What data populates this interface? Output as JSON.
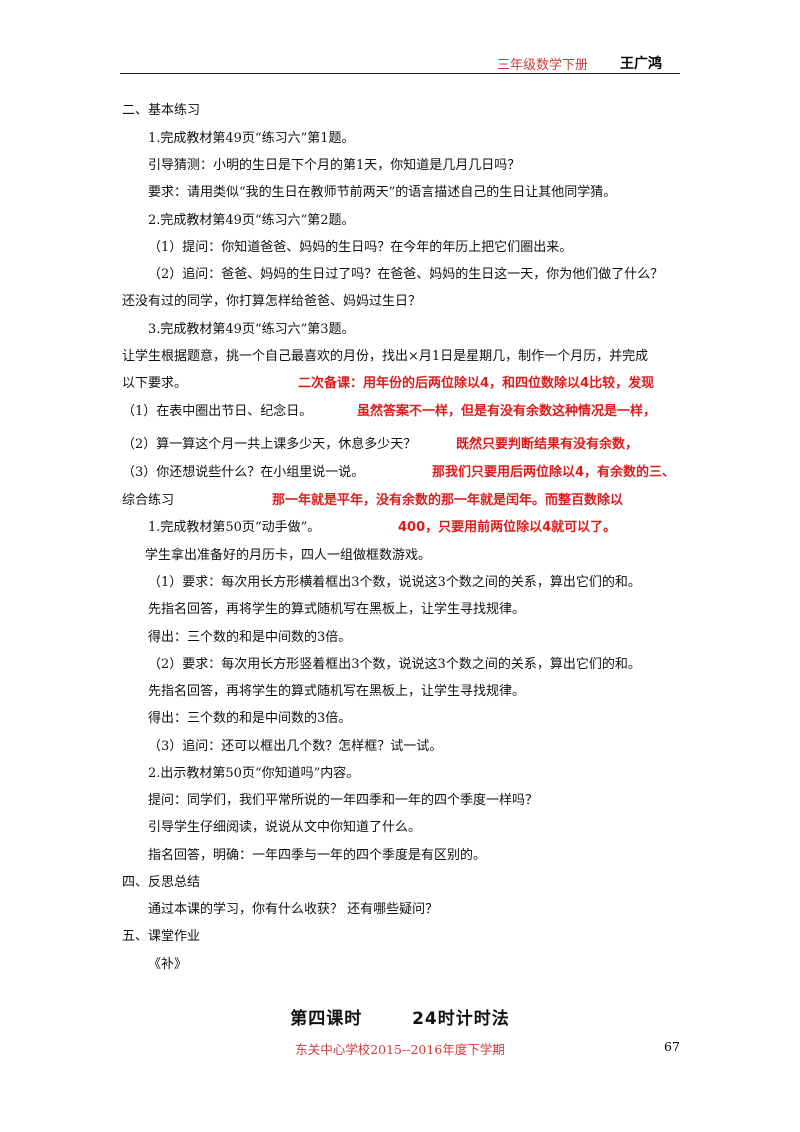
{
  "header": {
    "subject": "三年级数学下册",
    "author": "王广鸿"
  },
  "lines": [
    "二、基本练习",
    "1.完成教材第49页“练习六”第1题。",
    "引导猜测：小明的生日是下个月的第1天，你知道是几月几日吗？",
    "要求：请用类似“我的生日在教师节前两天”的语言描述自己的生日让其他同学猜。",
    "2.完成教材第49页“练习六”第2题。",
    "（1）提问：你知道爸爸、妈妈的生日吗？在今年的年历上把它们圈出来。",
    "（2）追问：爸爸、妈妈的生日过了吗？在爸爸、妈妈的生日这一天，你为他们做了什么？",
    "还没有过的同学，你打算怎样给爸爸、妈妈过生日？",
    "3.完成教材第49页“练习六”第3题。",
    "让学生根据题意，挑一个自己最喜欢的月份，找出×月1日是星期几，制作一个月历，并完成",
    "以下要求。",
    "（1）在表中圈出节日、纪念日。",
    "（2）算一算这个月一共上课多少天，休息多少天？",
    "（3）你还想说些什么？在小组里说一说。",
    "综合练习",
    "1.完成教材第50页“动手做”。",
    "学生拿出准备好的月历卡，四人一组做框数游戏。",
    "（1）要求：每次用长方形横着框出3个数，说说这3个数之间的关系，算出它们的和。",
    "先指名回答，再将学生的算式随机写在黑板上，让学生寻找规律。",
    "得出：三个数的和是中间数的3倍。",
    "（2）要求：每次用长方形竖着框出3个数，说说这3个数之间的关系，算出它们的和。",
    "先指名回答，再将学生的算式随机写在黑板上，让学生寻找规律。",
    "得出：三个数的和是中间数的3倍。",
    "（3）追问：还可以框出几个数？怎样框？试一试。",
    "2.出示教材第50页“你知道吗”内容。",
    "提问：同学们，我们平常所说的一年四季和一年的四个季度一样吗？",
    "引导学生仔细阅读，说说从文中你知道了什么。",
    "指名回答，明确：一年四季与一年的四个季度是有区别的。",
    "四、反思总结",
    "通过本课的学习，你有什么收获？ 还有哪些疑问？",
    "五、课堂作业",
    "《补》"
  ],
  "annotation": [
    "二次备课：用年份的后两位除以4，和四位数除以4比较，发现",
    "虽然答案不一样，但是有没有余数这种情况是一样，",
    "既然只要判断结果有没有余数，",
    "那我们只要用后两位除以4，有余数的三、",
    "那一年就是平年，没有余数的那一年就是闰年。而整百数除以",
    "400，只要用前两位除以4就可以了。"
  ],
  "lesson": {
    "number": "第四课时",
    "topic": "24时计时法"
  },
  "footer": {
    "school": "东关中心学校2015--2016年度下学期",
    "page_number": "67"
  }
}
